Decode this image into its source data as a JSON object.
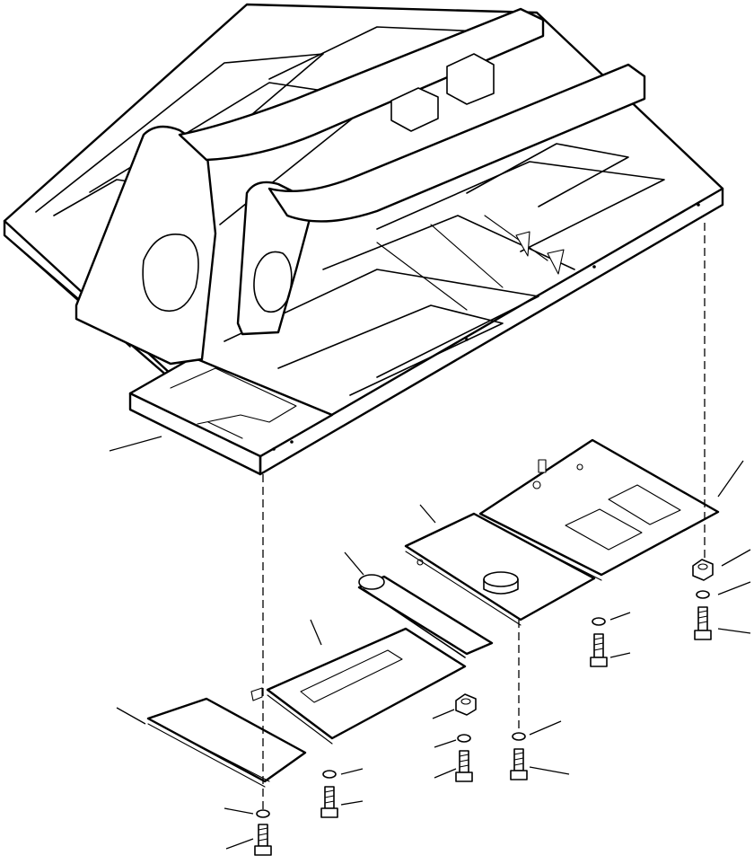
{
  "colors": {
    "ink": "#000000",
    "paper": "#ffffff"
  },
  "drawing": {
    "type": "exploded-parts-diagram",
    "parts": [
      "main-frame",
      "undercover-rear-left",
      "undercover-rear",
      "undercover-center",
      "undercover-right",
      "undercover-right-upper",
      "bolt",
      "washer",
      "nut"
    ]
  }
}
